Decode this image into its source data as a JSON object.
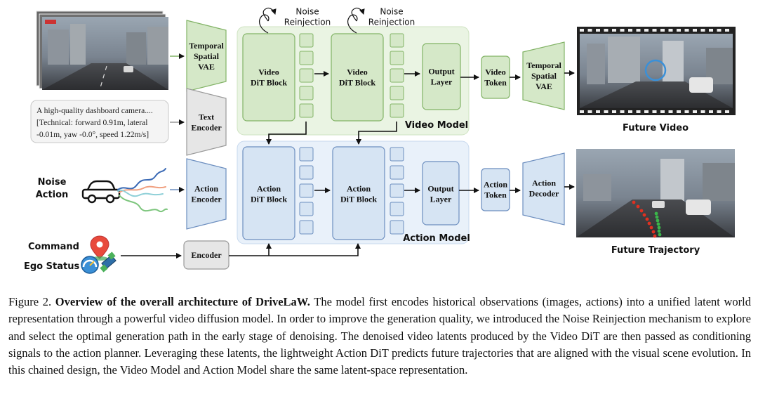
{
  "noise_reinjection": "Noise\nReinjection",
  "blocks": {
    "temporal_vae_in": "Temporal\nSpatial\nVAE",
    "text_encoder": "Text\nEncoder",
    "video_dit_1": "Video\nDiT Block",
    "video_dit_2": "Video\nDiT Block",
    "video_output": "Output\nLayer",
    "video_token": "Video\nToken",
    "temporal_vae_out": "Temporal\nSpatial\nVAE",
    "action_encoder": "Action\nEncoder",
    "action_dit_1": "Action\nDiT Block",
    "action_dit_2": "Action\nDiT Block",
    "action_output": "Output\nLayer",
    "action_token": "Action\nToken",
    "action_decoder": "Action\nDecoder",
    "encoder": "Encoder"
  },
  "prompt_text": "A high-quality dashboard camera....\n[Technical: forward 0.91m, lateral\n-0.01m, yaw -0.0°, speed 1.22m/s]",
  "video_model_label": "Video Model",
  "action_model_label": "Action Model",
  "future_video_label": "Future Video",
  "future_trajectory_label": "Future Trajectory",
  "noise_action_label": "Noise\nAction",
  "command_label": "Command",
  "ego_status_label": "Ego Status",
  "caption": {
    "fig": "Figure 2.",
    "title": "Overview of the overall architecture of DriveLaW.",
    "body": "The model first encodes historical observations (images, actions) into a unified latent world representation through a powerful video diffusion model. In order to improve the generation quality, we introduced the Noise Reinjection mechanism to explore and select the optimal generation path in the early stage of denoising. The denoised video latents produced by the Video DiT are then passed as conditioning signals to the action planner. Leveraging these latents, the lightweight Action DiT predicts future trajectories that are aligned with the visual scene evolution. In this chained design, the Video Model and Action Model share the same latent-space representation."
  },
  "colors": {
    "green_fill": "#d5e8c8",
    "green_stroke": "#82b366",
    "green_panel": "#eaf4e3",
    "blue_fill": "#d6e4f3",
    "blue_stroke": "#6c8ebf",
    "blue_panel": "#e9f1fa",
    "gray_fill": "#e6e6e6",
    "gray_stroke": "#9a9a9a",
    "trajectory_red": "#e03020",
    "trajectory_green": "#3ab54a"
  },
  "icons": [
    "car-icon",
    "location-pin-icon",
    "speedometer-icon",
    "satellite-icon"
  ]
}
